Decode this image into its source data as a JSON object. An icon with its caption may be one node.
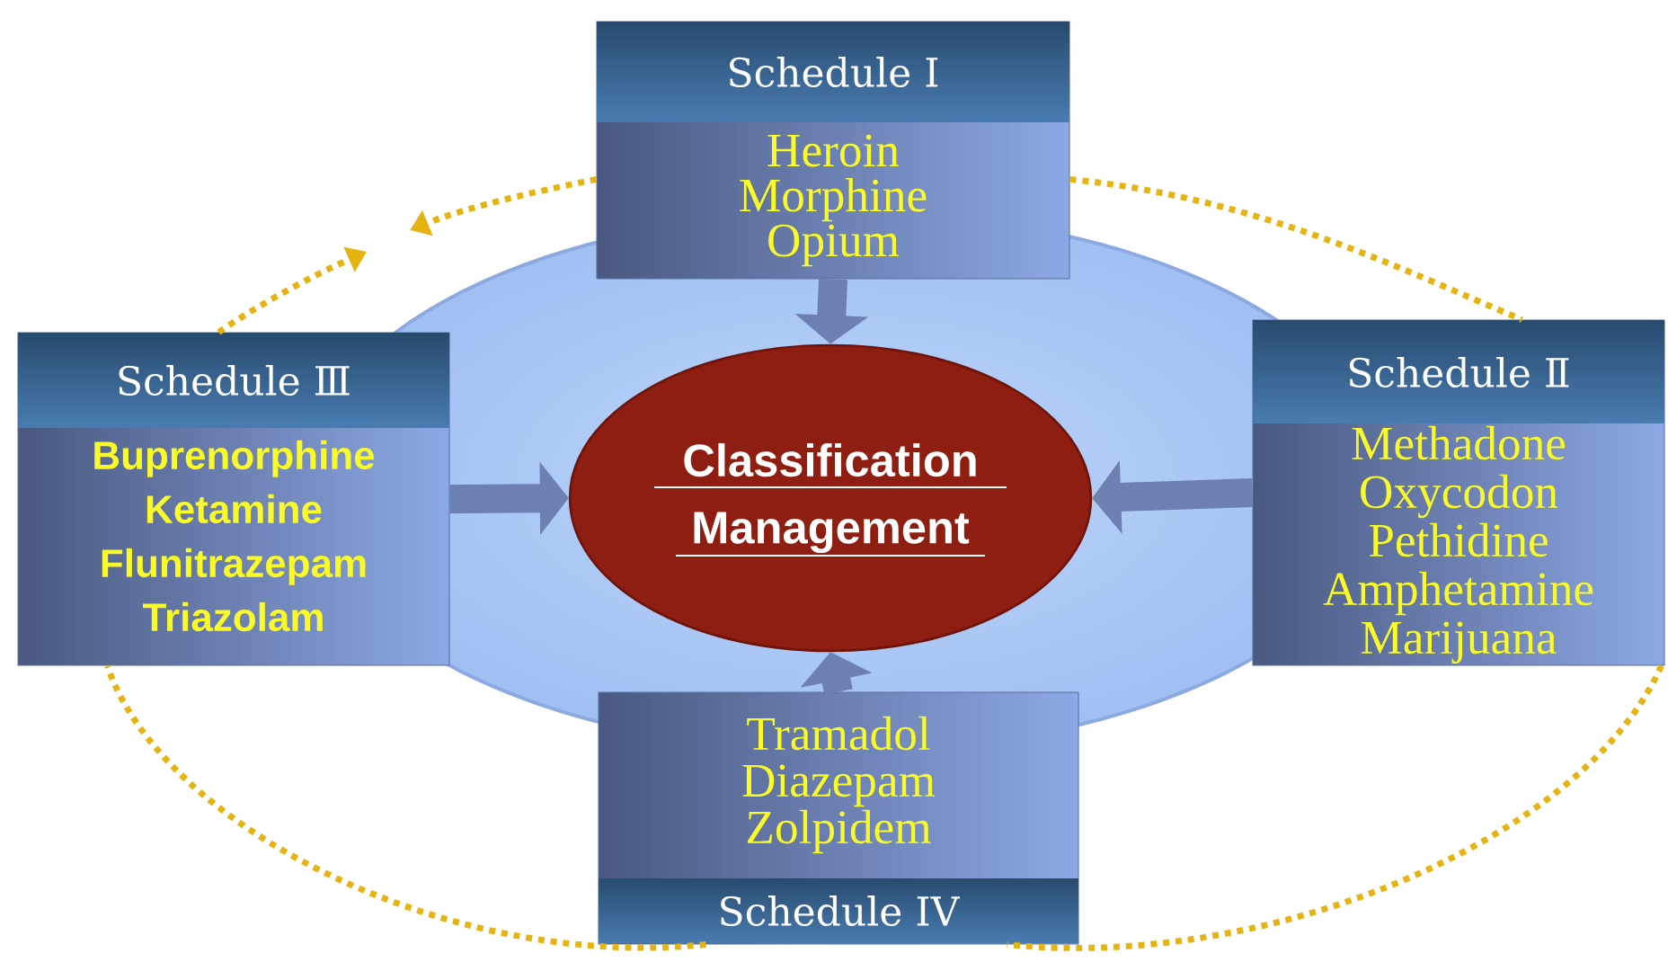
{
  "diagram": {
    "nodes": [
      {
        "text": [
          "Classification Management"
        ]
      },
      {
        "text": [
          "Schedule Ⅰ",
          "Heroin",
          "Morphine",
          "Opium"
        ]
      },
      {
        "text": [
          "Schedule Ⅱ",
          "Methadone",
          "Oxycodon",
          "Pethidine",
          "Amphetamine",
          "Marijuana"
        ]
      },
      {
        "text": [
          "Schedule Ⅲ",
          "Buprenorphine",
          "Ketamine",
          "Flunitrazepam",
          "Triazolam"
        ]
      },
      {
        "text": [
          "Tramadol",
          "Diazepam",
          "Zolpidem",
          "Schedule IV"
        ]
      }
    ],
    "edges": [
      {
        "from": 1,
        "to": 0,
        "arrow": "to",
        "style": "thick",
        "color": "#6c80b2"
      },
      {
        "from": 2,
        "to": 0,
        "arrow": "to",
        "style": "thick",
        "color": "#6c80b2"
      },
      {
        "from": 3,
        "to": 0,
        "arrow": "to",
        "style": "thick",
        "color": "#6c80b2"
      },
      {
        "from": 4,
        "to": 0,
        "arrow": "to",
        "style": "thick",
        "color": "#6c80b2"
      },
      {
        "from": 1,
        "to": null,
        "arrow": "to",
        "style": "dashed",
        "color": "#e6b412"
      },
      {
        "from": 3,
        "to": null,
        "arrow": "to",
        "style": "dashed",
        "color": "#e6b412"
      },
      {
        "from": 1,
        "to": 2,
        "arrow": "none",
        "style": "dashed",
        "color": "#e6b412"
      },
      {
        "from": 2,
        "to": 4,
        "arrow": "none",
        "style": "dashed",
        "color": "#e6b412"
      },
      {
        "from": 4,
        "to": 3,
        "arrow": "none",
        "style": "dashed",
        "color": "#e6b412"
      }
    ]
  }
}
